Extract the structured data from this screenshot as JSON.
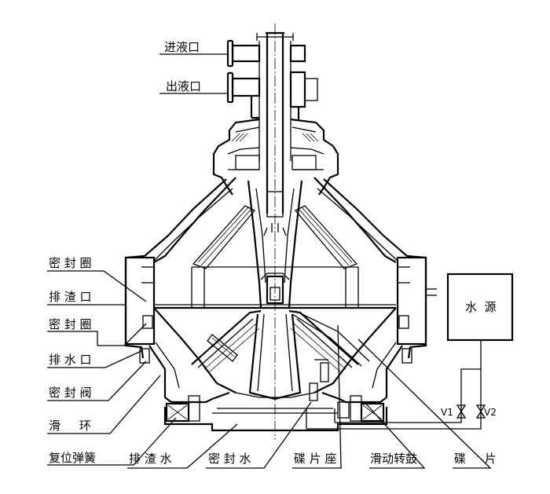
{
  "diagram": {
    "labels": {
      "inlet": "进液口",
      "outlet": "出液口",
      "seal_ring_1": "密 封 圈",
      "slag_port": "排 渣 口",
      "seal_ring_2": "密 封 圈",
      "drain_port": "排 水 口",
      "seal_valve": "密 封 阀",
      "slip_ring": "滑     环",
      "reset_spring": "复位弹簧",
      "slag_water": "排 渣 水",
      "seal_water": "密 封 水",
      "disc_seat": "碟 片 座",
      "sliding_drum": "滑动转鼓",
      "disc": "碟     片",
      "water_source": "水  源",
      "valve_1": "V1",
      "valve_2": "V2"
    },
    "colors": {
      "line": "#000000",
      "background": "#ffffff"
    }
  }
}
